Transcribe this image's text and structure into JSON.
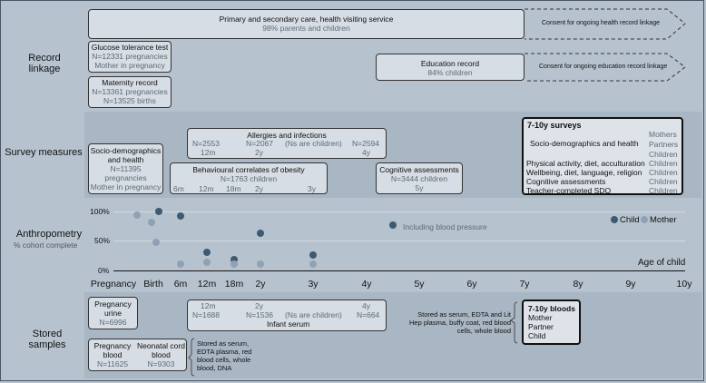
{
  "sections": {
    "record_linkage": "Record linkage",
    "survey_measures": "Survey measures",
    "anthropometry": "Anthropometry",
    "anthropometry_sub": "% cohort complete",
    "stored_samples": "Stored samples"
  },
  "record_linkage": {
    "primary_care": {
      "title": "Primary and secondary care, health visiting service",
      "sub": "98% parents and children"
    },
    "consent_health": "Consent for ongoing health record linkage",
    "glucose": {
      "title": "Glucose tolerance test",
      "n": "N=12331 pregnancies",
      "who": "Mother in pregnancy"
    },
    "maternity": {
      "title": "Maternity record",
      "n1": "N=13361 pregnancies",
      "n2": "N=13525 births"
    },
    "education": {
      "title": "Education record",
      "sub": "84% children"
    },
    "consent_education": "Consent for ongoing education record linkage"
  },
  "survey": {
    "socio": {
      "title": "Socio-demographics and health",
      "n": "N=11395 pregnancies",
      "who": "Mother in pregnancy"
    },
    "allergies": {
      "title": "Allergies and infections",
      "n1": "N=2553",
      "n2": "N=2067",
      "note": "(Ns are children)",
      "n3": "N=2594",
      "a1": "12m",
      "a2": "2y",
      "a3": "4y"
    },
    "obesity": {
      "title": "Behavioural correlates of obesity",
      "n": "N=1763 children",
      "ages": [
        "6m",
        "12m",
        "18m",
        "2y",
        "3y"
      ]
    },
    "cognitive": {
      "title": "Cognitive assessments",
      "n": "N=3444 children",
      "age": "5y"
    },
    "surveys710": {
      "title": "7-10y surveys",
      "socio": "Socio-demographics and health",
      "who": [
        "Mothers",
        "Partners",
        "Children"
      ],
      "rows": [
        {
          "label": "Physical activity, diet, acculturation",
          "who": "Children"
        },
        {
          "label": "Wellbeing, diet, language, religion",
          "who": "Children"
        },
        {
          "label": "Cognitive assessments",
          "who": "Children"
        },
        {
          "label": "Teacher-completed SDQ",
          "who": "Children"
        }
      ]
    }
  },
  "anthro": {
    "y_ticks": [
      "100%",
      "50%",
      "0%"
    ],
    "note": "Including blood pressure",
    "legend_child": "Child",
    "legend_mother": "Mother",
    "x_title": "Age of child",
    "x_labels": [
      "Pregnancy",
      "Birth",
      "6m",
      "12m",
      "18m",
      "2y",
      "3y",
      "4y",
      "5y",
      "6y",
      "7y",
      "8y",
      "9y",
      "10y"
    ],
    "colors": {
      "child": "#3e5a73",
      "mother": "#8fa1b3"
    },
    "points": [
      {
        "who": "mother",
        "t": 0.6,
        "v": 94
      },
      {
        "who": "mother",
        "t": 0.95,
        "v": 82
      },
      {
        "who": "child",
        "t": 1.2,
        "v": 100
      },
      {
        "who": "mother",
        "t": 1.1,
        "v": 47
      },
      {
        "who": "child",
        "t": 2,
        "v": 93
      },
      {
        "who": "mother",
        "t": 2,
        "v": 11
      },
      {
        "who": "child",
        "t": 3,
        "v": 31
      },
      {
        "who": "mother",
        "t": 3,
        "v": 14
      },
      {
        "who": "child",
        "t": 4,
        "v": 19
      },
      {
        "who": "mother",
        "t": 4,
        "v": 11
      },
      {
        "who": "child",
        "t": 5,
        "v": 63
      },
      {
        "who": "mother",
        "t": 5,
        "v": 11
      },
      {
        "who": "child",
        "t": 6,
        "v": 26
      },
      {
        "who": "mother",
        "t": 6,
        "v": 11
      },
      {
        "who": "child",
        "t": 7.5,
        "v": 77
      }
    ]
  },
  "samples": {
    "urine": {
      "title": "Pregnancy urine",
      "n": "N=6996"
    },
    "serum": {
      "a1": "12m",
      "a2": "2y",
      "a3": "4y",
      "n1": "N=1688",
      "n2": "N=1536",
      "note": "(Ns are children)",
      "n3": "N=664",
      "title": "Infant serum"
    },
    "blood": {
      "title1": "Pregnancy blood",
      "n1": "N=11625",
      "title2": "Neonatal cord blood",
      "n2": "N=9303"
    },
    "blood_note": "Stored as serum, EDTA plasma, red blood cells, whole blood, DNA",
    "bloods710_note": "Stored as serum, EDTA and Lit Hep plasma, buffy coat, red blood cells, whole blood",
    "bloods710": {
      "title": "7-10y bloods",
      "who": [
        "Mother",
        "Partner",
        "Child"
      ]
    }
  }
}
